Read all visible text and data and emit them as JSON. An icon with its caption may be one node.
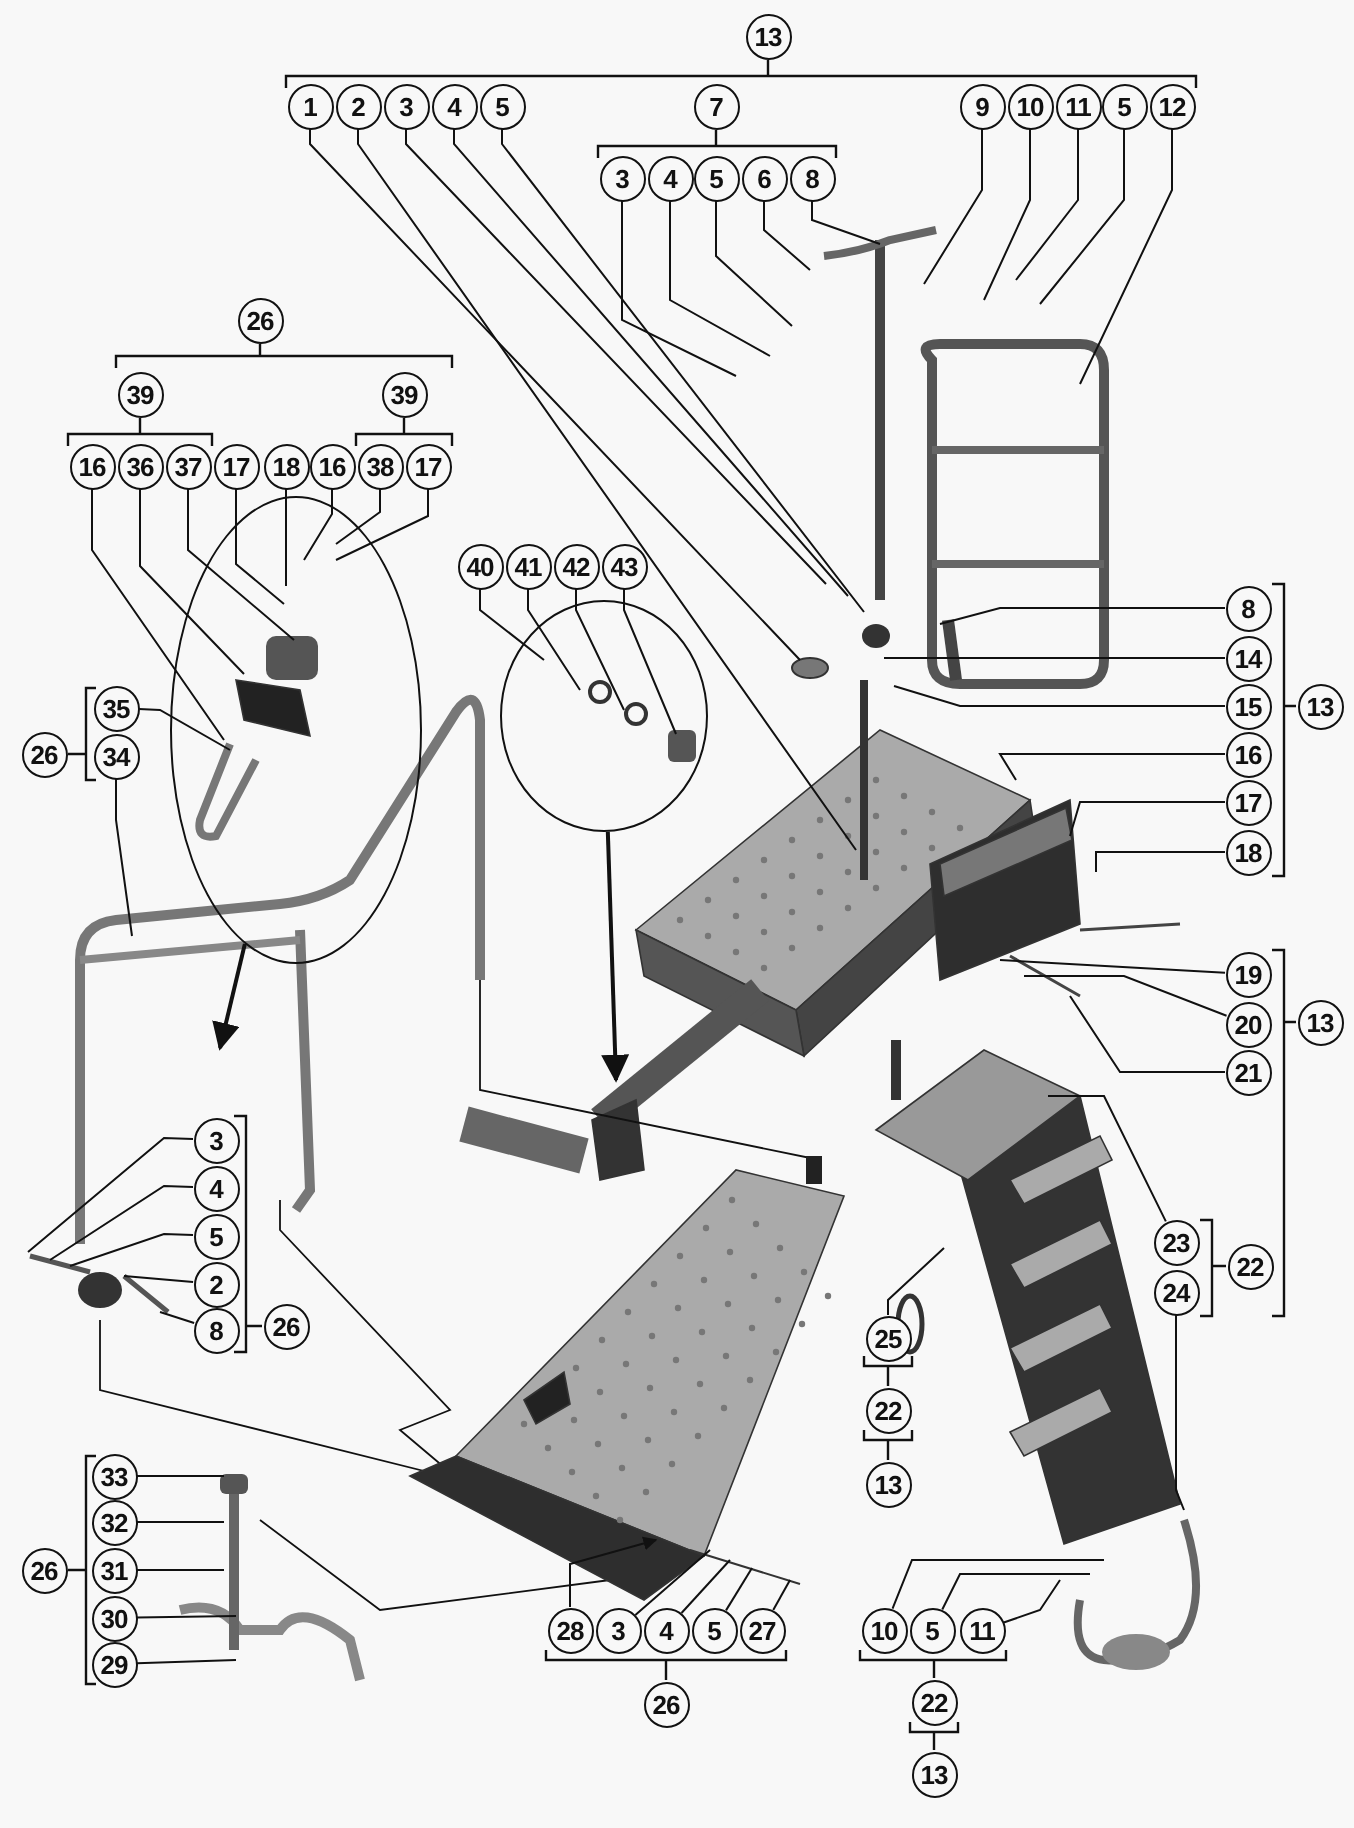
{
  "diagram": {
    "nodes": [
      {
        "text": [
          "13"
        ]
      },
      {
        "text": [
          "1"
        ]
      },
      {
        "text": [
          "2"
        ]
      },
      {
        "text": [
          "3"
        ]
      },
      {
        "text": [
          "4"
        ]
      },
      {
        "text": [
          "5"
        ]
      },
      {
        "text": [
          "7"
        ]
      },
      {
        "text": [
          "9"
        ]
      },
      {
        "text": [
          "10"
        ]
      },
      {
        "text": [
          "11"
        ]
      },
      {
        "text": [
          "5"
        ]
      },
      {
        "text": [
          "12"
        ]
      },
      {
        "text": [
          "3"
        ]
      },
      {
        "text": [
          "4"
        ]
      },
      {
        "text": [
          "5"
        ]
      },
      {
        "text": [
          "6"
        ]
      },
      {
        "text": [
          "8"
        ]
      },
      {
        "text": [
          "26"
        ]
      },
      {
        "text": [
          "39"
        ]
      },
      {
        "text": [
          "39"
        ]
      },
      {
        "text": [
          "16"
        ]
      },
      {
        "text": [
          "36"
        ]
      },
      {
        "text": [
          "37"
        ]
      },
      {
        "text": [
          "17"
        ]
      },
      {
        "text": [
          "18"
        ]
      },
      {
        "text": [
          "16"
        ]
      },
      {
        "text": [
          "38"
        ]
      },
      {
        "text": [
          "17"
        ]
      },
      {
        "text": [
          "40"
        ]
      },
      {
        "text": [
          "41"
        ]
      },
      {
        "text": [
          "42"
        ]
      },
      {
        "text": [
          "43"
        ]
      },
      {
        "text": [
          "8"
        ]
      },
      {
        "text": [
          "14"
        ]
      },
      {
        "text": [
          "15"
        ]
      },
      {
        "text": [
          "16"
        ]
      },
      {
        "text": [
          "17"
        ]
      },
      {
        "text": [
          "18"
        ]
      },
      {
        "text": [
          "13"
        ]
      },
      {
        "text": [],
        "shape": "circle"
      },
      {
        "text": [],
        "shape": "circle"
      },
      {
        "text": [
          "35"
        ]
      },
      {
        "text": [
          "26"
        ]
      },
      {
        "text": [
          "34"
        ]
      },
      {
        "text": [
          "19"
        ]
      },
      {
        "text": [
          "20"
        ]
      },
      {
        "text": [
          "21"
        ]
      },
      {
        "text": [
          "13"
        ]
      },
      {
        "text": [
          "3"
        ]
      },
      {
        "text": [
          "4"
        ]
      },
      {
        "text": [
          "5"
        ]
      },
      {
        "text": [
          "2"
        ]
      },
      {
        "text": [
          "8"
        ]
      },
      {
        "text": [
          "26"
        ]
      },
      {
        "text": [
          "23"
        ]
      },
      {
        "text": [
          "22"
        ]
      },
      {
        "text": [
          "24"
        ]
      },
      {
        "text": [
          "25"
        ]
      },
      {
        "text": [
          "22"
        ]
      },
      {
        "text": [
          "13"
        ]
      },
      {
        "text": [
          "33"
        ]
      },
      {
        "text": [
          "32"
        ]
      },
      {
        "text": [
          "31"
        ]
      },
      {
        "text": [
          "30"
        ]
      },
      {
        "text": [
          "29"
        ]
      },
      {
        "text": [
          "26"
        ]
      },
      {
        "text": [
          "28"
        ]
      },
      {
        "text": [
          "3"
        ]
      },
      {
        "text": [
          "4"
        ]
      },
      {
        "text": [
          "5"
        ]
      },
      {
        "text": [
          "27"
        ]
      },
      {
        "text": [
          "26"
        ]
      },
      {
        "text": [
          "10"
        ]
      },
      {
        "text": [
          "5"
        ]
      },
      {
        "text": [
          "11"
        ]
      },
      {
        "text": [
          "22"
        ]
      },
      {
        "text": [
          "13"
        ]
      }
    ],
    "edges": [
      {
        "from": 1,
        "to": null,
        "arrow": "none"
      },
      {
        "from": 2,
        "to": null,
        "arrow": "none"
      },
      {
        "from": 3,
        "to": null,
        "arrow": "none"
      },
      {
        "from": 4,
        "to": null,
        "arrow": "none"
      },
      {
        "from": 5,
        "to": null,
        "arrow": "none"
      },
      {
        "from": 7,
        "to": null,
        "arrow": "none"
      },
      {
        "from": 8,
        "to": null,
        "arrow": "none"
      },
      {
        "from": 9,
        "to": null,
        "arrow": "none"
      },
      {
        "from": 10,
        "to": null,
        "arrow": "none"
      },
      {
        "from": 11,
        "to": null,
        "arrow": "none"
      },
      {
        "from": 12,
        "to": null,
        "arrow": "none"
      },
      {
        "from": 13,
        "to": null,
        "arrow": "none"
      },
      {
        "from": 14,
        "to": null,
        "arrow": "none"
      },
      {
        "from": 15,
        "to": null,
        "arrow": "none"
      },
      {
        "from": 16,
        "to": null,
        "arrow": "none"
      },
      {
        "from": 20,
        "to": 39,
        "arrow": "none"
      },
      {
        "from": 21,
        "to": 39,
        "arrow": "none"
      },
      {
        "from": 22,
        "to": 39,
        "arrow": "none"
      },
      {
        "from": 23,
        "to": 39,
        "arrow": "none"
      },
      {
        "from": 24,
        "to": 39,
        "arrow": "none"
      },
      {
        "from": 25,
        "to": 39,
        "arrow": "none"
      },
      {
        "from": 26,
        "to": 39,
        "arrow": "none"
      },
      {
        "from": 27,
        "to": 39,
        "arrow": "none"
      },
      {
        "from": 28,
        "to": 40,
        "arrow": "none"
      },
      {
        "from": 29,
        "to": 40,
        "arrow": "none"
      },
      {
        "from": 30,
        "to": 40,
        "arrow": "none"
      },
      {
        "from": 31,
        "to": 40,
        "arrow": "none"
      },
      {
        "from": 32,
        "to": null,
        "arrow": "none"
      },
      {
        "from": 33,
        "to": null,
        "arrow": "none"
      },
      {
        "from": 34,
        "to": null,
        "arrow": "none"
      },
      {
        "from": 35,
        "to": null,
        "arrow": "none"
      },
      {
        "from": 36,
        "to": null,
        "arrow": "none"
      },
      {
        "from": 37,
        "to": null,
        "arrow": "none"
      },
      {
        "from": 39,
        "to": null,
        "arrow": "to"
      },
      {
        "from": 40,
        "to": null,
        "arrow": "to"
      },
      {
        "from": 41,
        "to": 39,
        "arrow": "none"
      },
      {
        "from": 43,
        "to": null,
        "arrow": "none"
      },
      {
        "from": 44,
        "to": null,
        "arrow": "none"
      },
      {
        "from": 45,
        "to": null,
        "arrow": "none"
      },
      {
        "from": 46,
        "to": null,
        "arrow": "none"
      },
      {
        "from": 48,
        "to": null,
        "arrow": "none"
      },
      {
        "from": 49,
        "to": null,
        "arrow": "none"
      },
      {
        "from": 50,
        "to": null,
        "arrow": "none"
      },
      {
        "from": 51,
        "to": null,
        "arrow": "none"
      },
      {
        "from": 52,
        "to": null,
        "arrow": "none"
      },
      {
        "from": 54,
        "to": null,
        "arrow": "none"
      },
      {
        "from": 56,
        "to": null,
        "arrow": "none"
      },
      {
        "from": 57,
        "to": null,
        "arrow": "none"
      },
      {
        "from": 60,
        "to": null,
        "arrow": "none"
      },
      {
        "from": 61,
        "to": null,
        "arrow": "none"
      },
      {
        "from": 62,
        "to": null,
        "arrow": "none"
      },
      {
        "from": 63,
        "to": null,
        "arrow": "none"
      },
      {
        "from": 64,
        "to": null,
        "arrow": "none"
      },
      {
        "from": 66,
        "to": null,
        "arrow": "to"
      },
      {
        "from": 67,
        "to": null,
        "arrow": "none"
      },
      {
        "from": 68,
        "to": null,
        "arrow": "none"
      },
      {
        "from": 69,
        "to": null,
        "arrow": "none"
      },
      {
        "from": 70,
        "to": null,
        "arrow": "none"
      },
      {
        "from": 72,
        "to": null,
        "arrow": "none"
      },
      {
        "from": 73,
        "to": null,
        "arrow": "none"
      },
      {
        "from": 74,
        "to": null,
        "arrow": "none"
      }
    ]
  }
}
